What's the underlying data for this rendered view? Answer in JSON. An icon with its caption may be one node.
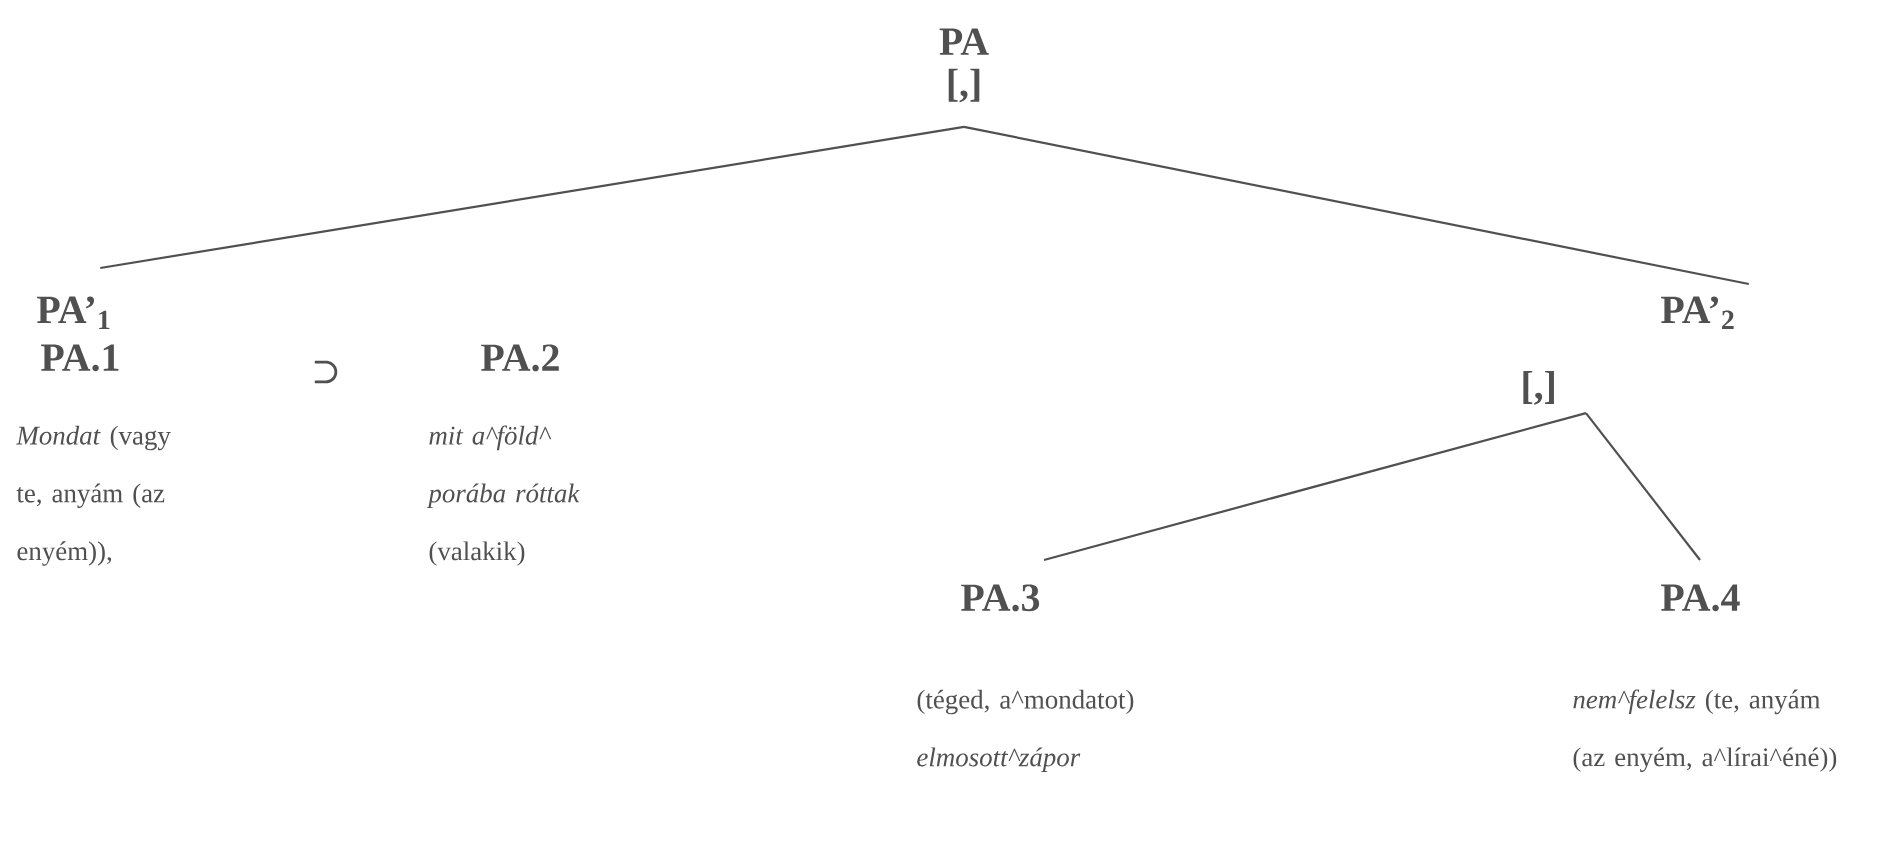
{
  "diagram": {
    "nodes": [
      {
        "text": [
          "PA",
          "[,]"
        ]
      },
      {
        "text": [
          "PA’$_{1}$"
        ]
      },
      {
        "text": [
          "PA.1",
          "*Mondat* (vagy te, anyám (az enyém)),"
        ]
      },
      {
        "text": [
          "PA.2",
          "*mit a^föld^ porába róttak* (valakik)"
        ]
      },
      {
        "text": [
          "PA’$_{2}$",
          "[,]"
        ]
      },
      {
        "text": [
          "PA.3",
          "(téged, a^mondatot) *elmosott^zápor*"
        ]
      },
      {
        "text": [
          "PA.4",
          "*nem^felelsz* (te, anyám (az enyém, a^lírai^éné))"
        ]
      }
    ],
    "edges": [
      {
        "from": 0,
        "to": 1,
        "arrow": "none"
      },
      {
        "from": 0,
        "to": 4,
        "arrow": "none"
      },
      {
        "from": 4,
        "to": 5,
        "arrow": "none"
      },
      {
        "from": 4,
        "to": 6,
        "arrow": "none"
      }
    ],
    "labels": [
      "⊃"
    ]
  }
}
